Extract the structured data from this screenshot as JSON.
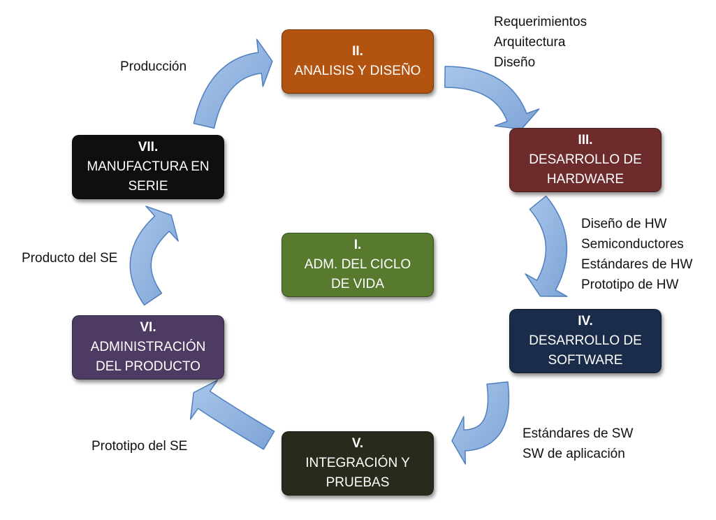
{
  "stages": [
    {
      "id": "s1",
      "number": "I.",
      "line1": "ADM. DEL CICLO",
      "line2": "DE VIDA",
      "color": "#587a2e"
    },
    {
      "id": "s2",
      "number": "II.",
      "line1": "ANALISIS Y DISEÑO",
      "line2": "",
      "color": "#b2530f"
    },
    {
      "id": "s3",
      "number": "III.",
      "line1": "DESARROLLO DE",
      "line2": "HARDWARE",
      "color": "#6e2b2b"
    },
    {
      "id": "s4",
      "number": "IV.",
      "line1": "DESARROLLO DE",
      "line2": "SOFTWARE",
      "color": "#1b2c4a"
    },
    {
      "id": "s5",
      "number": "V.",
      "line1": "INTEGRACIÓN Y",
      "line2": "PRUEBAS",
      "color": "#2a2a1c"
    },
    {
      "id": "s6",
      "number": "VI.",
      "line1": "ADMINISTRACIÓN",
      "line2": "DEL PRODUCTO",
      "color": "#4e3b63"
    },
    {
      "id": "s7",
      "number": "VII.",
      "line1": "MANUFACTURA EN",
      "line2": "SERIE",
      "color": "#0f0f0f"
    }
  ],
  "annotations": {
    "analisis": [
      "Requerimientos",
      "Arquitectura",
      "Diseño"
    ],
    "hardware": [
      "Diseño de HW",
      "Semiconductores",
      "Estándares de HW",
      "Prototipo de HW"
    ],
    "software": [
      "Estándares de SW",
      "SW de aplicación"
    ],
    "integracion": [
      "Prototipo del SE"
    ],
    "administracion": [
      "Producto del SE"
    ],
    "manufactura": [
      "Producción"
    ]
  },
  "colors": {
    "arrow_fill": "#8fb3e0",
    "arrow_stroke": "#4f7fbe"
  }
}
